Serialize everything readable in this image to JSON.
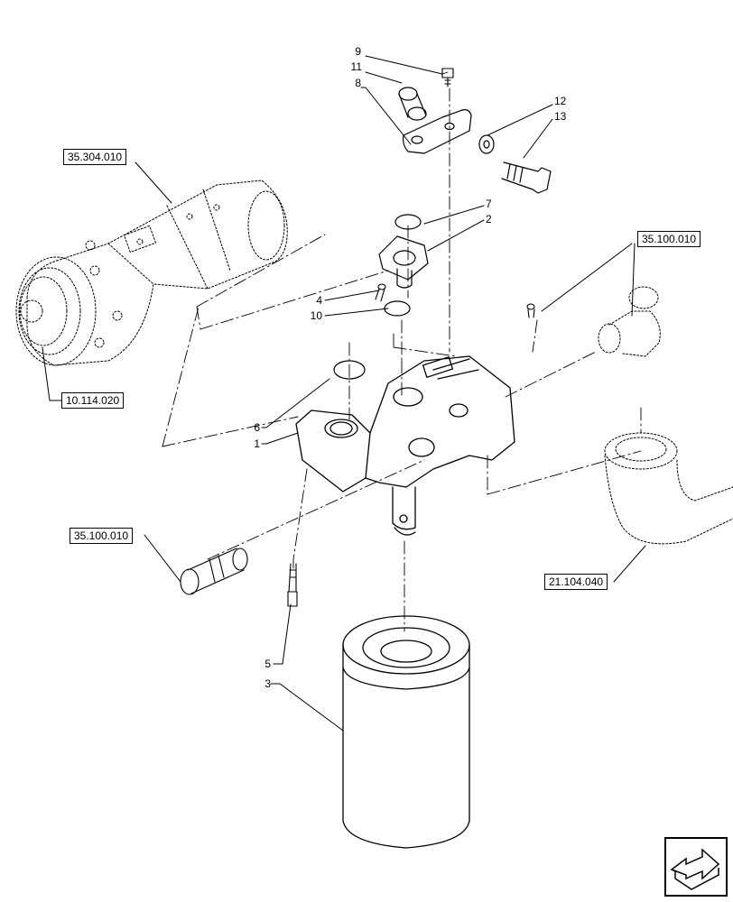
{
  "references": {
    "ref_35_304_010": "35.304.010",
    "ref_10_114_020": "10.114.020",
    "ref_35_100_010_top": "35.100.010",
    "ref_35_100_010_left": "35.100.010",
    "ref_21_104_040": "21.104.040"
  },
  "callouts": {
    "n9": "9",
    "n11": "11",
    "n8": "8",
    "n12": "12",
    "n13": "13",
    "n7": "7",
    "n2": "2",
    "n4": "4",
    "n10": "10",
    "n6": "6",
    "n1": "1",
    "n5": "5",
    "n3": "3"
  },
  "nav_icon": {
    "icon": "back-arrow-icon"
  },
  "colors": {
    "line": "#000000",
    "background": "#ffffff"
  }
}
